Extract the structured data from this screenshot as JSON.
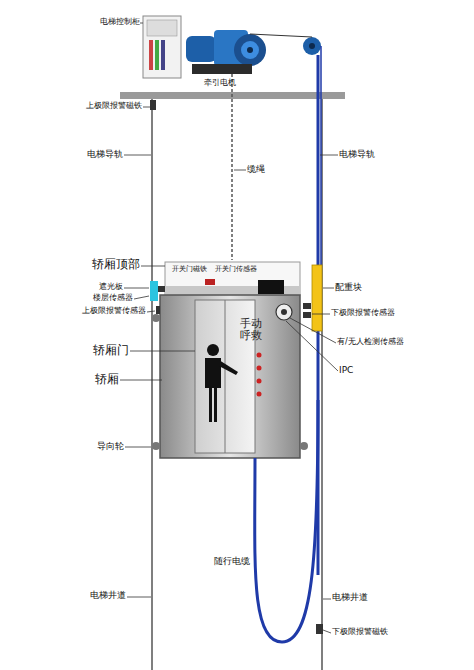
{
  "diagram": {
    "labels": [
      "电梯控制柜",
      "牵引电机",
      "上极限报警磁铁",
      "电梯导轨",
      "缆绳",
      "电梯导轨",
      "轿厢顶部",
      "开关门磁铁",
      "开关门传感器",
      "遮光板",
      "楼层传感器",
      "上极限报警传感器",
      "配重块",
      "下极限报警传感器",
      "有/无人检测传感器",
      "IPC",
      "手动呼救",
      "轿厢门",
      "轿厢",
      "导向轮",
      "随行电缆",
      "电梯井道",
      "电梯井道",
      "下极限报警磁铁"
    ]
  }
}
